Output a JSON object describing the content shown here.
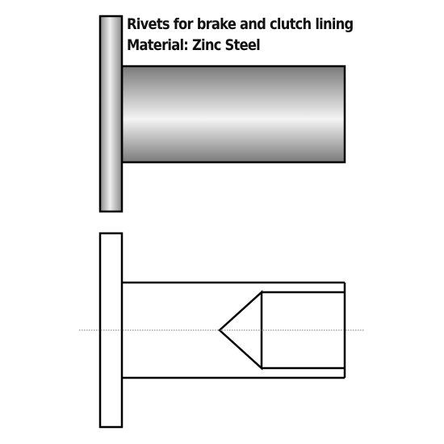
{
  "title": "Rivets for brake and clutch lining",
  "material": "Material:  Zinc Steel",
  "colors": {
    "outline": "#000000",
    "background": "#ffffff",
    "steel_light": "#f6f6f6",
    "steel_dark": "#777777",
    "centerline": "#777777"
  },
  "views": [
    "exterior-side-view",
    "cross-section-view"
  ]
}
